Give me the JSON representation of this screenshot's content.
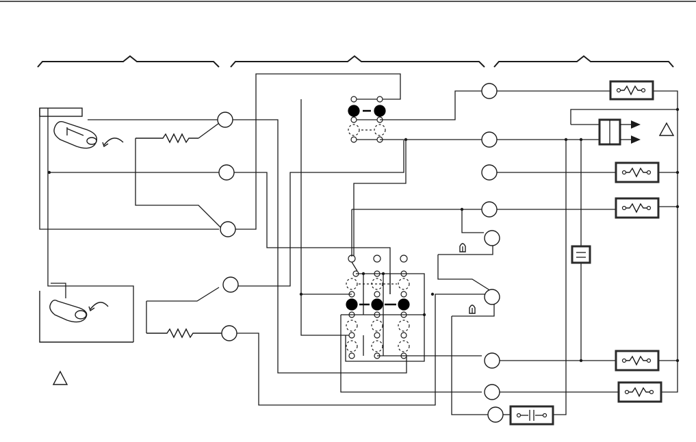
{
  "diagram": {
    "sections": [
      "left-switch-group",
      "center-terminal-block",
      "right-output-devices"
    ],
    "terminals_center": 13,
    "switch_matrix_top": {
      "rows": 4,
      "cols": 2,
      "selected_row": 1
    },
    "switch_matrix_bottom": {
      "rows": 7,
      "cols": 3,
      "selected_row": 3
    }
  }
}
